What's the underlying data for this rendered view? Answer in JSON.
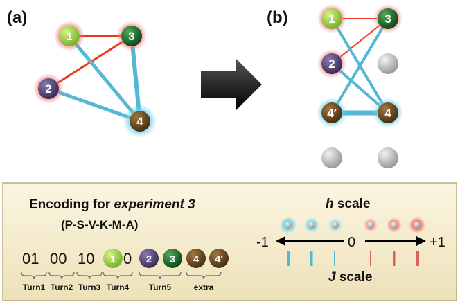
{
  "panel_a": {
    "label": "(a)",
    "nodes": [
      {
        "id": "n1",
        "text": "1",
        "color": "#8cc43a",
        "halo": "#f26d6d"
      },
      {
        "id": "n3",
        "text": "3",
        "color": "#1d6b2c",
        "halo": "#f26d6d"
      },
      {
        "id": "n2",
        "text": "2",
        "color": "#5a4b7a",
        "halo": "#f26d6d"
      },
      {
        "id": "n4",
        "text": "4",
        "color": "#6a4a1e",
        "halo": "#5fc9e6"
      }
    ],
    "edge_colors": {
      "red": "#e8391d",
      "blue": "#52b8d4"
    }
  },
  "panel_b": {
    "label": "(b)",
    "nodes": [
      {
        "id": "b1",
        "text": "1",
        "color": "#8cc43a",
        "halo": "#f26d6d"
      },
      {
        "id": "b3",
        "text": "3",
        "color": "#1d6b2c",
        "halo": "#f26d6d"
      },
      {
        "id": "b2",
        "text": "2",
        "color": "#5a4b7a",
        "halo": "#f26d6d"
      },
      {
        "id": "b4p",
        "text": "4′",
        "color": "#6a4a1e",
        "halo": "#5fc9e6"
      },
      {
        "id": "b4",
        "text": "4",
        "color": "#6a4a1e",
        "halo": "#5fc9e6"
      }
    ]
  },
  "encoding": {
    "title_prefix": "Encoding for ",
    "title_italic": "experiment 3",
    "subtitle": "(P-S-V-K-M-A)",
    "codes": [
      "01",
      "00",
      "10",
      "0"
    ],
    "tokens": [
      "1",
      "2",
      "3",
      "4",
      "4′"
    ],
    "turns": [
      "Turn1",
      "Turn2",
      "Turn3",
      "Turn4",
      "Turn5",
      "extra"
    ]
  },
  "scale": {
    "h_italic": "h",
    "h_suffix": " scale",
    "j_italic": "J",
    "j_suffix": " scale",
    "left_value": "-1",
    "zero_value": "0",
    "right_value": "+1"
  }
}
